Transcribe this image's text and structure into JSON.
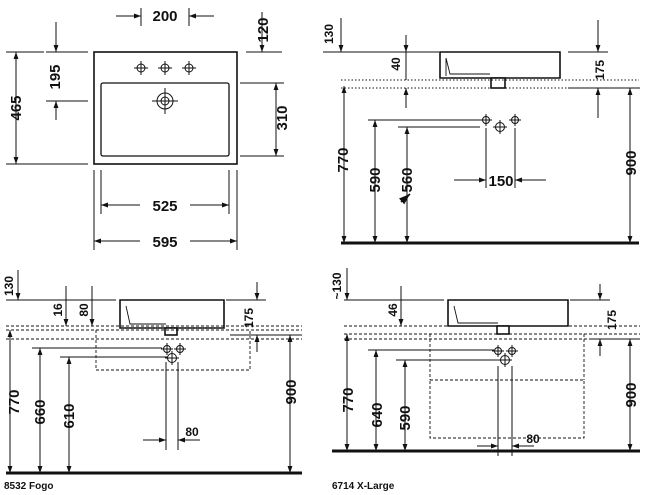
{
  "views": {
    "top": {
      "labels": [
        "200",
        "120",
        "195",
        "465",
        "310",
        "525",
        "595"
      ]
    },
    "front": {
      "labels": [
        "130",
        "40",
        "175",
        "770",
        "590",
        "560",
        "150",
        "900"
      ]
    },
    "fogo": {
      "labels": [
        "130",
        "16",
        "80",
        "175",
        "770",
        "660",
        "610",
        "80",
        "900"
      ],
      "caption": "8532 Fogo"
    },
    "xlarge": {
      "labels": [
        "~130",
        "46",
        "175",
        "770",
        "640",
        "590",
        "80",
        "900"
      ],
      "caption": "6714  X-Large"
    }
  }
}
